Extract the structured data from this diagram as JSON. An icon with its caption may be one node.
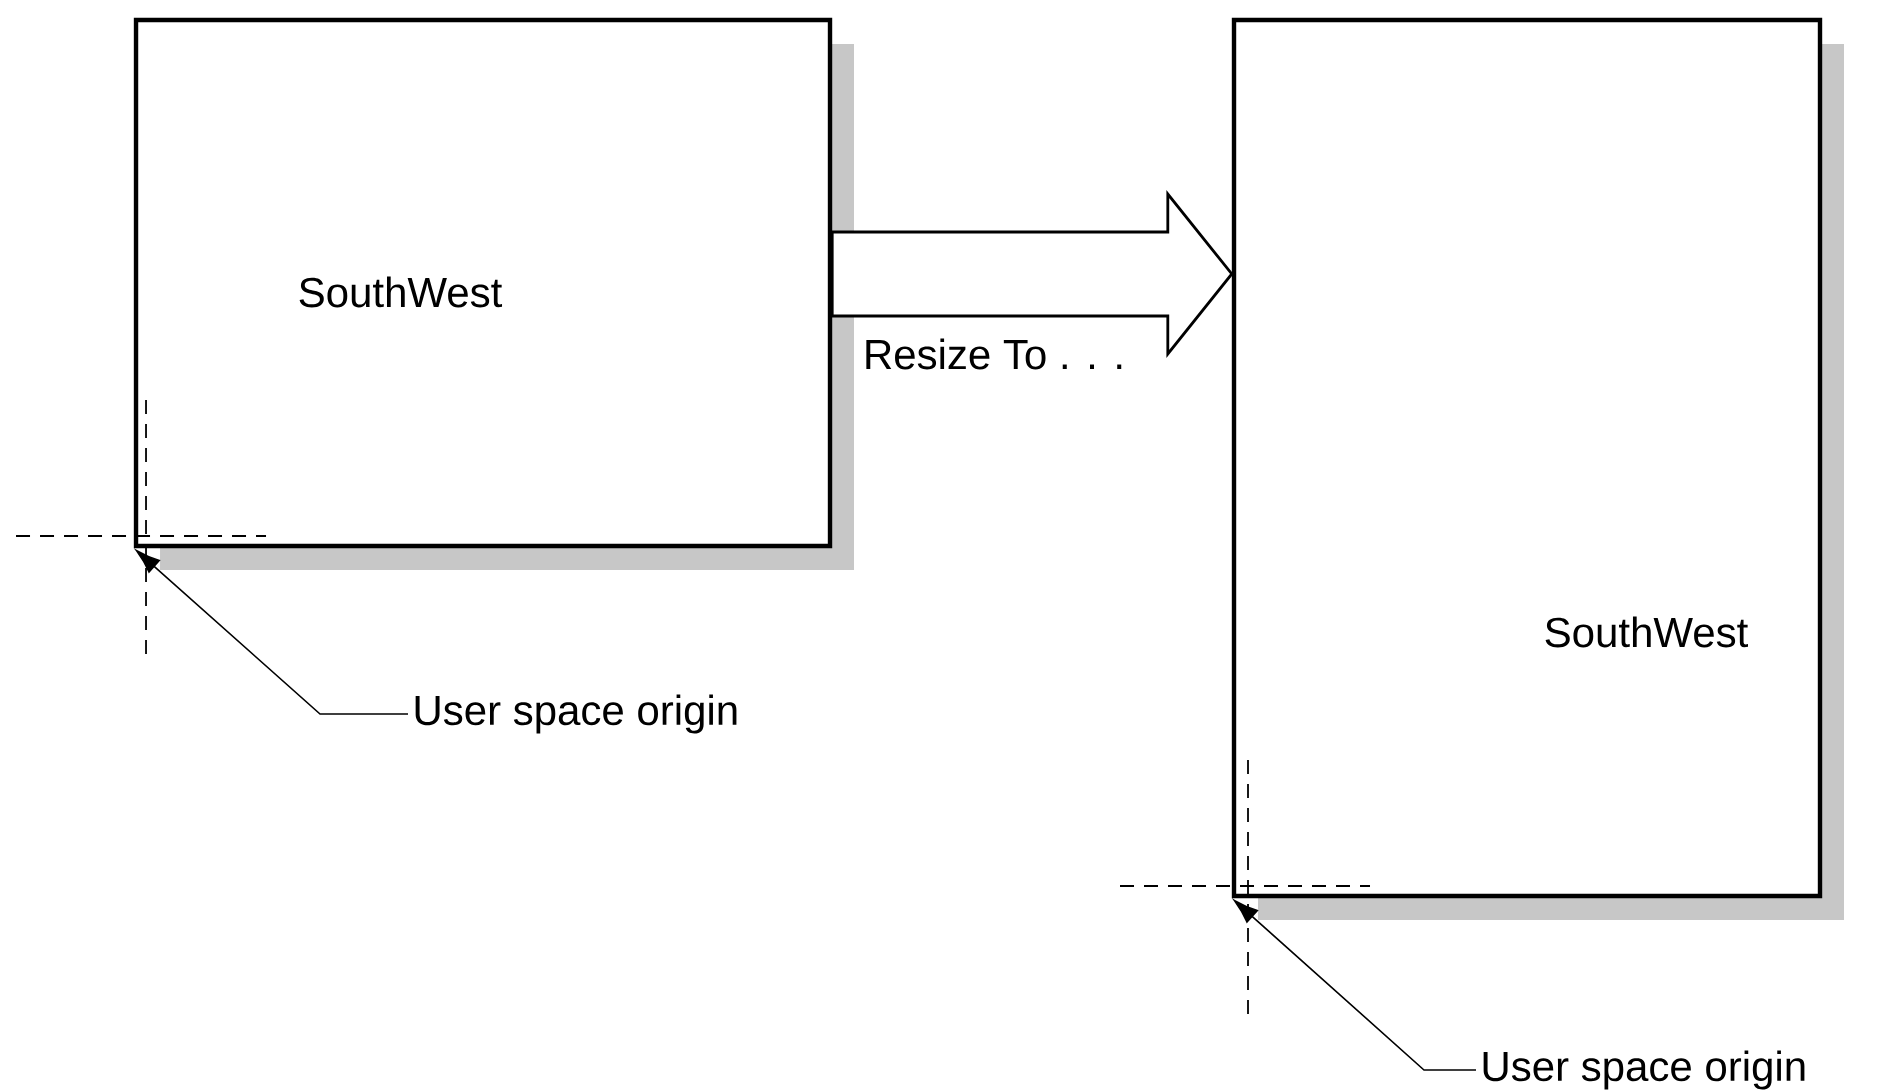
{
  "diagram": {
    "nodes": [
      {
        "text": [
          "SouthWest"
        ]
      },
      {
        "text": [
          "SouthWest"
        ]
      },
      {
        "text": [
          "User space origin"
        ]
      },
      {
        "text": [
          "User space origin"
        ]
      }
    ],
    "edges": [
      {
        "from": 0,
        "to": 1,
        "arrow": "to",
        "label": "Resize To . . .",
        "style": "thick"
      },
      {
        "from": 2,
        "to": 0,
        "arrow": "to"
      },
      {
        "from": 3,
        "to": 1,
        "arrow": "to"
      }
    ]
  }
}
